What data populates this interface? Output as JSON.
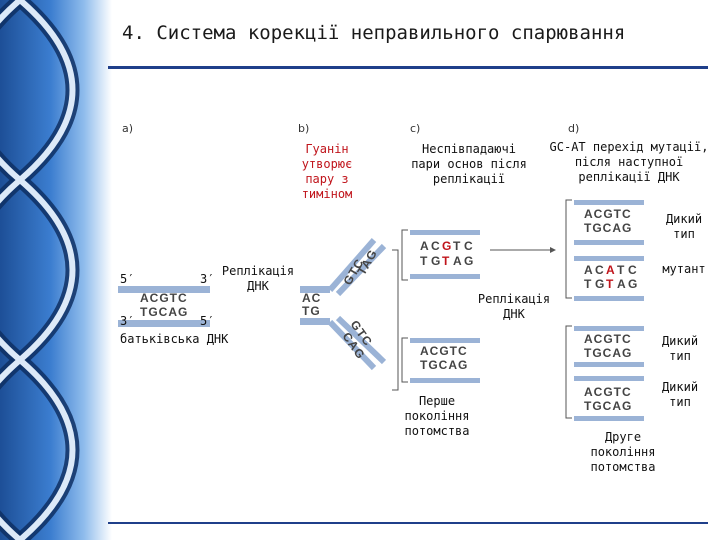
{
  "title": "4. Система корекції неправильного спарювання",
  "panels": {
    "a": "a)",
    "b": "b)",
    "c": "c)",
    "d": "d)"
  },
  "labels": {
    "replication_a": "Реплікація\nДНК",
    "parent_dna": "батьківська ДНК",
    "five_prime_top": "5′",
    "three_prime_top": "3′",
    "three_prime_bottom": "3′",
    "five_prime_bottom": "5′",
    "guanine_note": "Гуанін\nутворює\nпару з\nтиміном",
    "mismatch_note": "Неспівпадаючі\nпари основ після\nреплікації",
    "first_generation": "Перше\nпокоління\nпотомства",
    "gc_at": "GC-AT перехід мутації,\nпісля наступної\nреплікації ДНК",
    "replication_c": "Реплікація\nДНК",
    "wild_type_1": "Дикий\nтип",
    "mutant": "мутант",
    "wild_type_2": "Дикий\nтип",
    "wild_type_3": "Дикий\nтип",
    "second_generation": "Друге\nпокоління\nпотомства"
  },
  "sequences": {
    "parent_top": "ACGTC",
    "parent_bottom": "TGCAG",
    "fork_stub_top": "AC",
    "fork_stub_bottom": "TG",
    "fork_upper_a": "GTC",
    "fork_upper_b": "TAG",
    "fork_lower_a": "GTC",
    "fork_lower_b": "CAG",
    "mismatch_top": [
      "A",
      "C",
      "G",
      "T",
      "C"
    ],
    "mismatch_bottom": [
      "T",
      "G",
      "T",
      "A",
      "G"
    ],
    "normal_top": "ACGTC",
    "normal_bottom": "TGCAG",
    "mutant_top": [
      "A",
      "C",
      "A",
      "T",
      "C"
    ],
    "mutant_bottom": [
      "T",
      "G",
      "T",
      "A",
      "G"
    ]
  },
  "colors": {
    "accent": "#1f3f8a",
    "mismatch": "#c0141b",
    "strand": "#9bb3d6"
  }
}
